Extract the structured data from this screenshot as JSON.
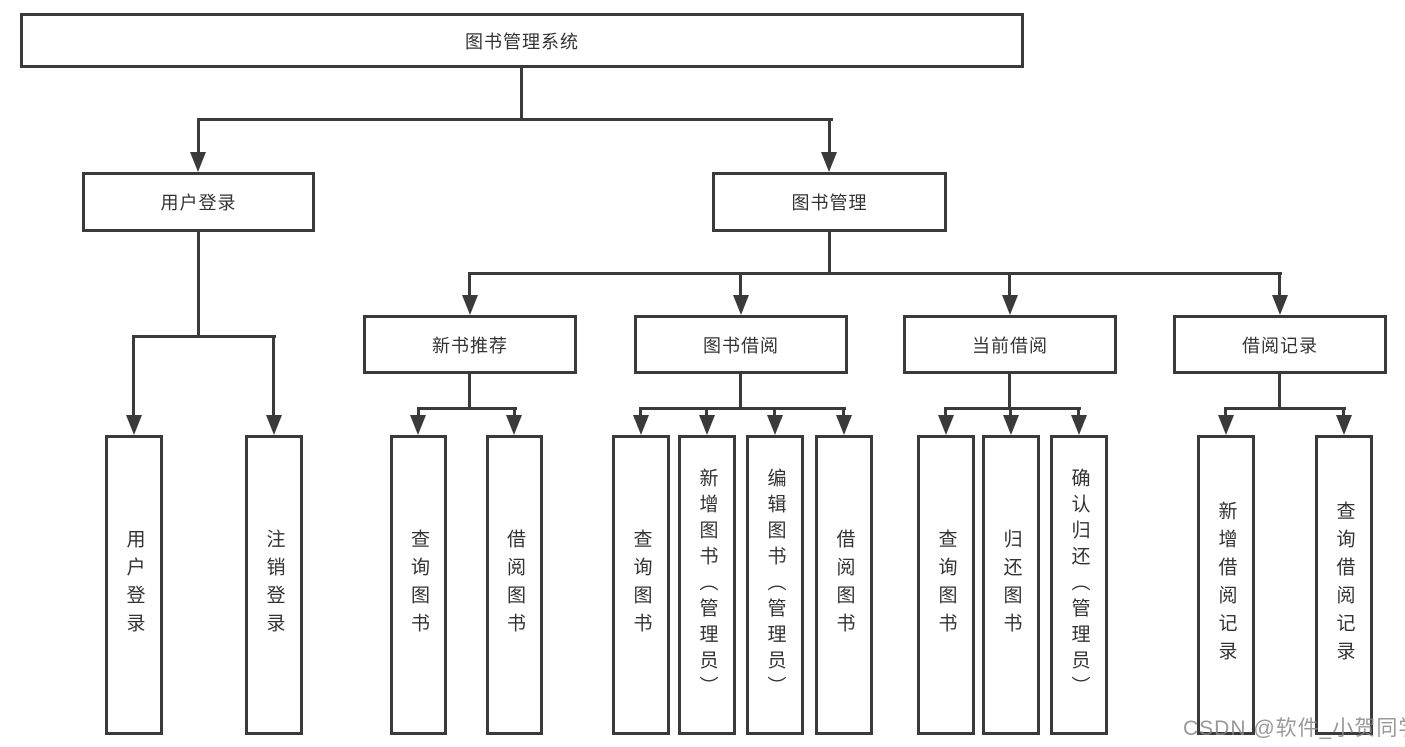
{
  "root": {
    "label": "图书管理系统"
  },
  "level2": {
    "user_login": {
      "label": "用户登录"
    },
    "book_mgmt": {
      "label": "图书管理"
    }
  },
  "level3": {
    "new_books": {
      "label": "新书推荐"
    },
    "book_borrow": {
      "label": "图书借阅"
    },
    "current_borrow": {
      "label": "当前借阅"
    },
    "borrow_records": {
      "label": "借阅记录"
    }
  },
  "leaves": {
    "login": "用户登录",
    "logout": "注销登录",
    "nb_query": "查询图书",
    "nb_borrow": "借阅图书",
    "bb_query": "查询图书",
    "bb_add": "新增图书（管理员）",
    "bb_edit": "编辑图书（管理员）",
    "bb_borrow": "借阅图书",
    "cb_query": "查询图书",
    "cb_return": "归还图书",
    "cb_confirm": "确认归还（管理员）",
    "rec_add": "新增借阅记录",
    "rec_query": "查询借阅记录"
  },
  "watermark": "CSDN @软件_小贺同学",
  "colors": {
    "line": "#3a3a3a",
    "text": "#333333",
    "watermark": "#878787",
    "background": "#ffffff"
  }
}
